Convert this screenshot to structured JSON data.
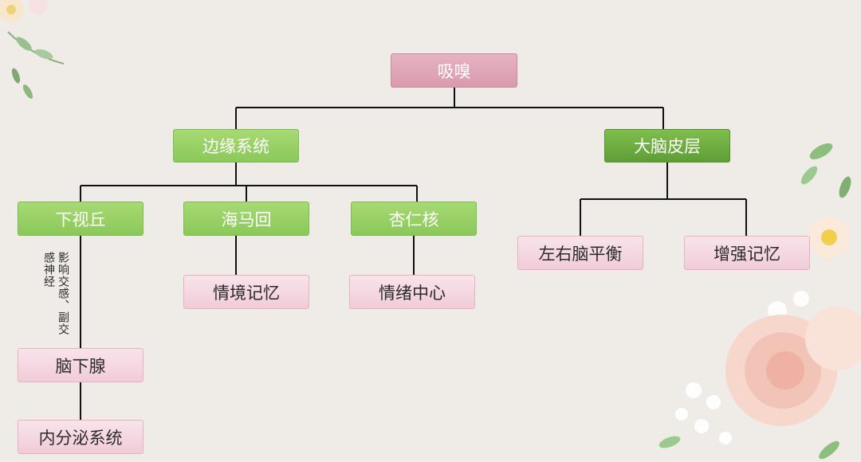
{
  "nodes": {
    "root": "吸嗅",
    "limbic": "边缘系统",
    "cortex": "大脑皮层",
    "hypothalamus": "下视丘",
    "hippocampus": "海马回",
    "amygdala": "杏仁核",
    "situational_memory": "情境记忆",
    "emotion_center": "情绪中心",
    "brain_balance": "左右脑平衡",
    "enhance_memory": "增强记忆",
    "pituitary": "脑下腺",
    "endocrine": "内分泌系统"
  },
  "edge_label": "影响交感、副交感神经",
  "colors": {
    "background": "#efebe6",
    "root": "#dfa6b8",
    "level1_limbic": "#94ce62",
    "level1_cortex": "#6aa83f",
    "level2_green": "#94ce62",
    "leaf_pink": "#f4d6df",
    "connector": "#111111"
  }
}
